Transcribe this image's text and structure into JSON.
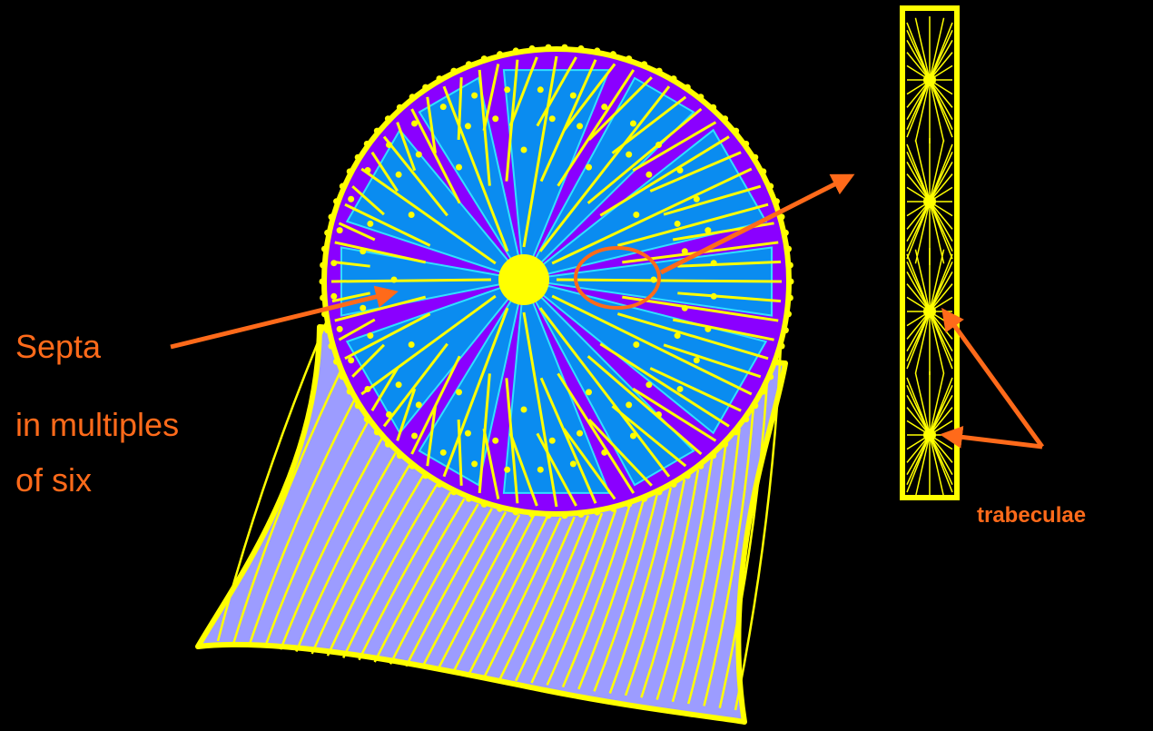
{
  "labels": {
    "septa": "Septa",
    "multiples_line1": "in multiples",
    "multiples_line2": "of six",
    "trabeculae": "trabeculae"
  },
  "colors": {
    "background": "#000000",
    "outline": "#ffff00",
    "calyx_fill": "#8a00ff",
    "septa_base": "#0a8cf0",
    "septa_edge": "#30e0ff",
    "theca_fill": "#9c9cff",
    "arrow": "#ff6a1a"
  }
}
